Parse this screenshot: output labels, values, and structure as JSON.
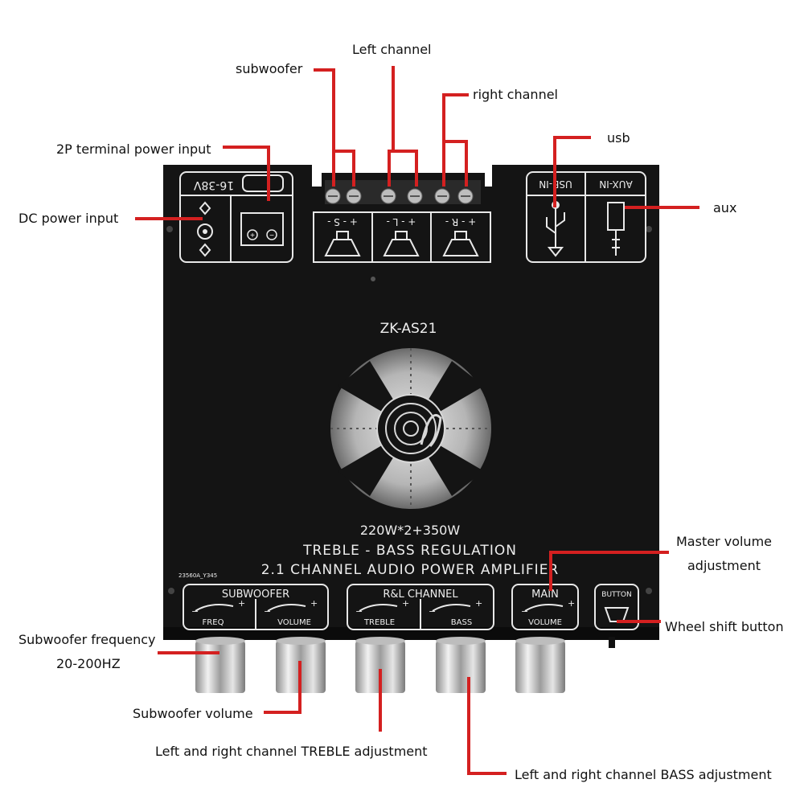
{
  "board": {
    "model": "ZK-AS21",
    "power_line": "220W*2+350W",
    "subtitle1": "TREBLE - BASS REGULATION",
    "subtitle2": "2.1 CHANNEL AUDIO POWER AMPLIFIER",
    "pcb_code": "23560A_Y345",
    "voltage_label": "16-38V",
    "usb_in_label": "USB-IN",
    "aux_in_label": "AUX-IN",
    "terminal_s": "+ - S -",
    "terminal_l": "+ - L -",
    "terminal_r": "+ - R -",
    "button_label": "BUTTON",
    "groups": {
      "subwoofer": {
        "title": "SUBWOOFER",
        "left": "FREQ",
        "right": "VOLUME"
      },
      "rl": {
        "title": "R&L CHANNEL",
        "left": "TREBLE",
        "right": "BASS"
      },
      "main": {
        "title": "MAIN",
        "right": "VOLUME"
      }
    }
  },
  "annotations": {
    "left_channel": "Left channel",
    "subwoofer": "subwoofer",
    "right_channel": "right channel",
    "power_input_2p": "2P terminal power input",
    "usb": "usb",
    "dc_power": "DC power input",
    "aux": "aux",
    "master_volume_1": "Master volume",
    "master_volume_2": "adjustment",
    "wheel_shift": "Wheel shift button",
    "sub_freq_1": "Subwoofer frequency",
    "sub_freq_2": "20-200HZ",
    "sub_volume": "Subwoofer volume",
    "treble_adj": "Left and right channel TREBLE adjustment",
    "bass_adj": "Left and right channel BASS adjustment"
  },
  "colors": {
    "callout_line": "#d42020",
    "board": "#141414",
    "panel_line": "#e8e8e8",
    "knob": "#c8c8c8"
  }
}
